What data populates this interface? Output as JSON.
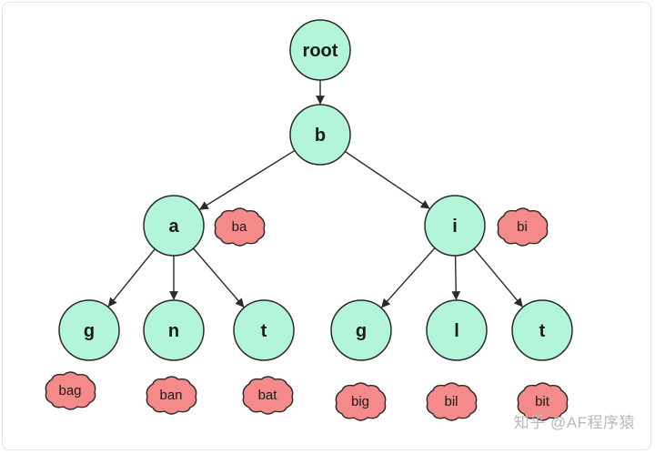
{
  "diagram": {
    "type": "trie",
    "colors": {
      "node_fill": "#b3f5d9",
      "cloud_fill": "#f48a8a",
      "stroke": "#2a2a2a"
    },
    "nodes": [
      {
        "id": "root",
        "label": "root",
        "parent": null
      },
      {
        "id": "b",
        "label": "b",
        "parent": "root"
      },
      {
        "id": "a",
        "label": "a",
        "parent": "b"
      },
      {
        "id": "i",
        "label": "i",
        "parent": "b"
      },
      {
        "id": "g1",
        "label": "g",
        "parent": "a"
      },
      {
        "id": "n",
        "label": "n",
        "parent": "a"
      },
      {
        "id": "t1",
        "label": "t",
        "parent": "a"
      },
      {
        "id": "g2",
        "label": "g",
        "parent": "i"
      },
      {
        "id": "l",
        "label": "l",
        "parent": "i"
      },
      {
        "id": "t2",
        "label": "t",
        "parent": "i"
      }
    ],
    "words": [
      {
        "node": "a",
        "label": "ba"
      },
      {
        "node": "i",
        "label": "bi"
      },
      {
        "node": "g1",
        "label": "bag"
      },
      {
        "node": "n",
        "label": "ban"
      },
      {
        "node": "t1",
        "label": "bat"
      },
      {
        "node": "g2",
        "label": "big"
      },
      {
        "node": "l",
        "label": "bil"
      },
      {
        "node": "t2",
        "label": "bit"
      }
    ]
  },
  "watermark": "知乎 @AF程序猿"
}
